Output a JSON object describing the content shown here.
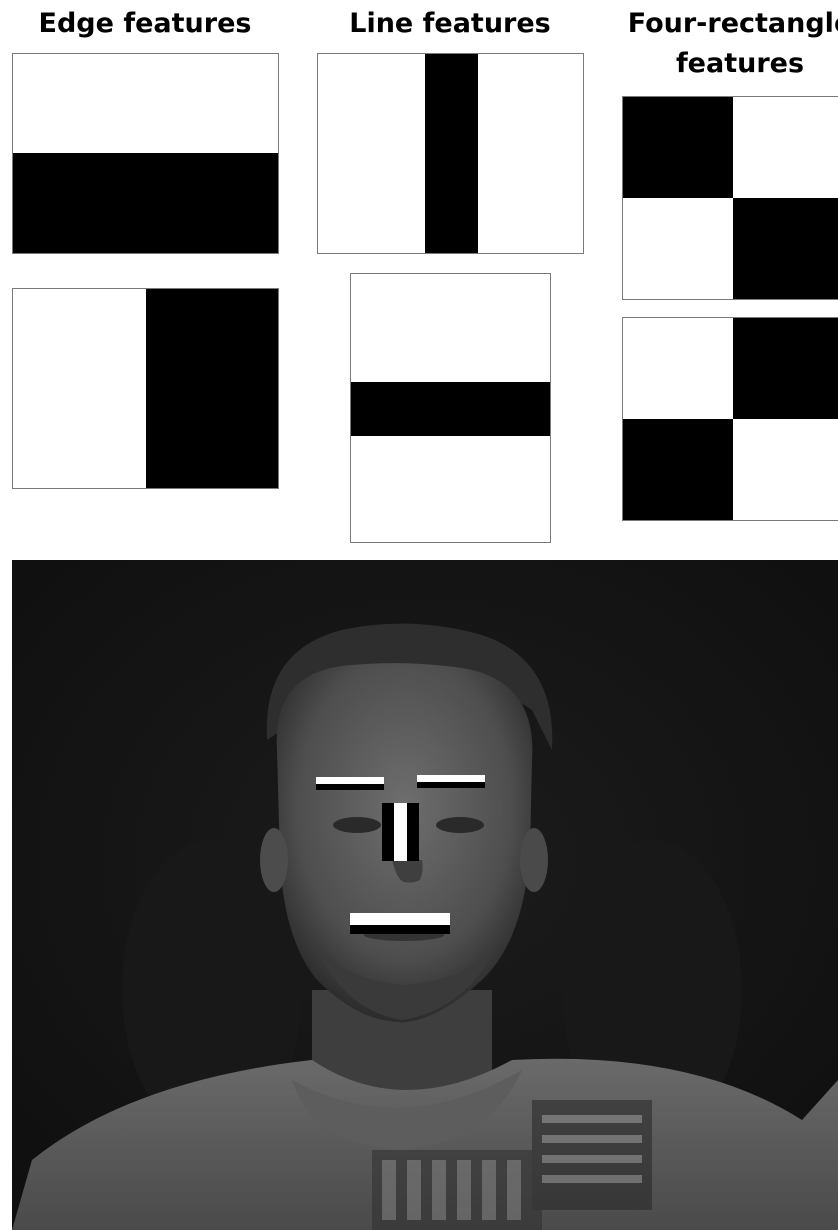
{
  "headings": {
    "edge": "Edge features",
    "line": "Line features",
    "four_line1": "Four-rectangle",
    "four_line2": "features"
  },
  "feature_types": [
    {
      "group": "edge",
      "variant": "horizontal",
      "pattern": "white-top-black-bottom"
    },
    {
      "group": "edge",
      "variant": "vertical",
      "pattern": "white-left-black-right"
    },
    {
      "group": "line",
      "variant": "vertical",
      "pattern": "white-black-white"
    },
    {
      "group": "line",
      "variant": "horizontal",
      "pattern": "white-black-white"
    },
    {
      "group": "four-rectangle",
      "variant": "diagonal",
      "pattern": "black-tl-br"
    },
    {
      "group": "four-rectangle",
      "variant": "anti-diagonal",
      "pattern": "black-tr-bl"
    }
  ],
  "photo_overlays": [
    {
      "name": "left-eyebrow",
      "type": "edge"
    },
    {
      "name": "right-eyebrow",
      "type": "edge"
    },
    {
      "name": "nose-bridge",
      "type": "line"
    },
    {
      "name": "mouth",
      "type": "edge"
    }
  ],
  "colors": {
    "feature_dark": "#000000",
    "feature_light": "#ffffff",
    "photo_background": "#141414"
  }
}
